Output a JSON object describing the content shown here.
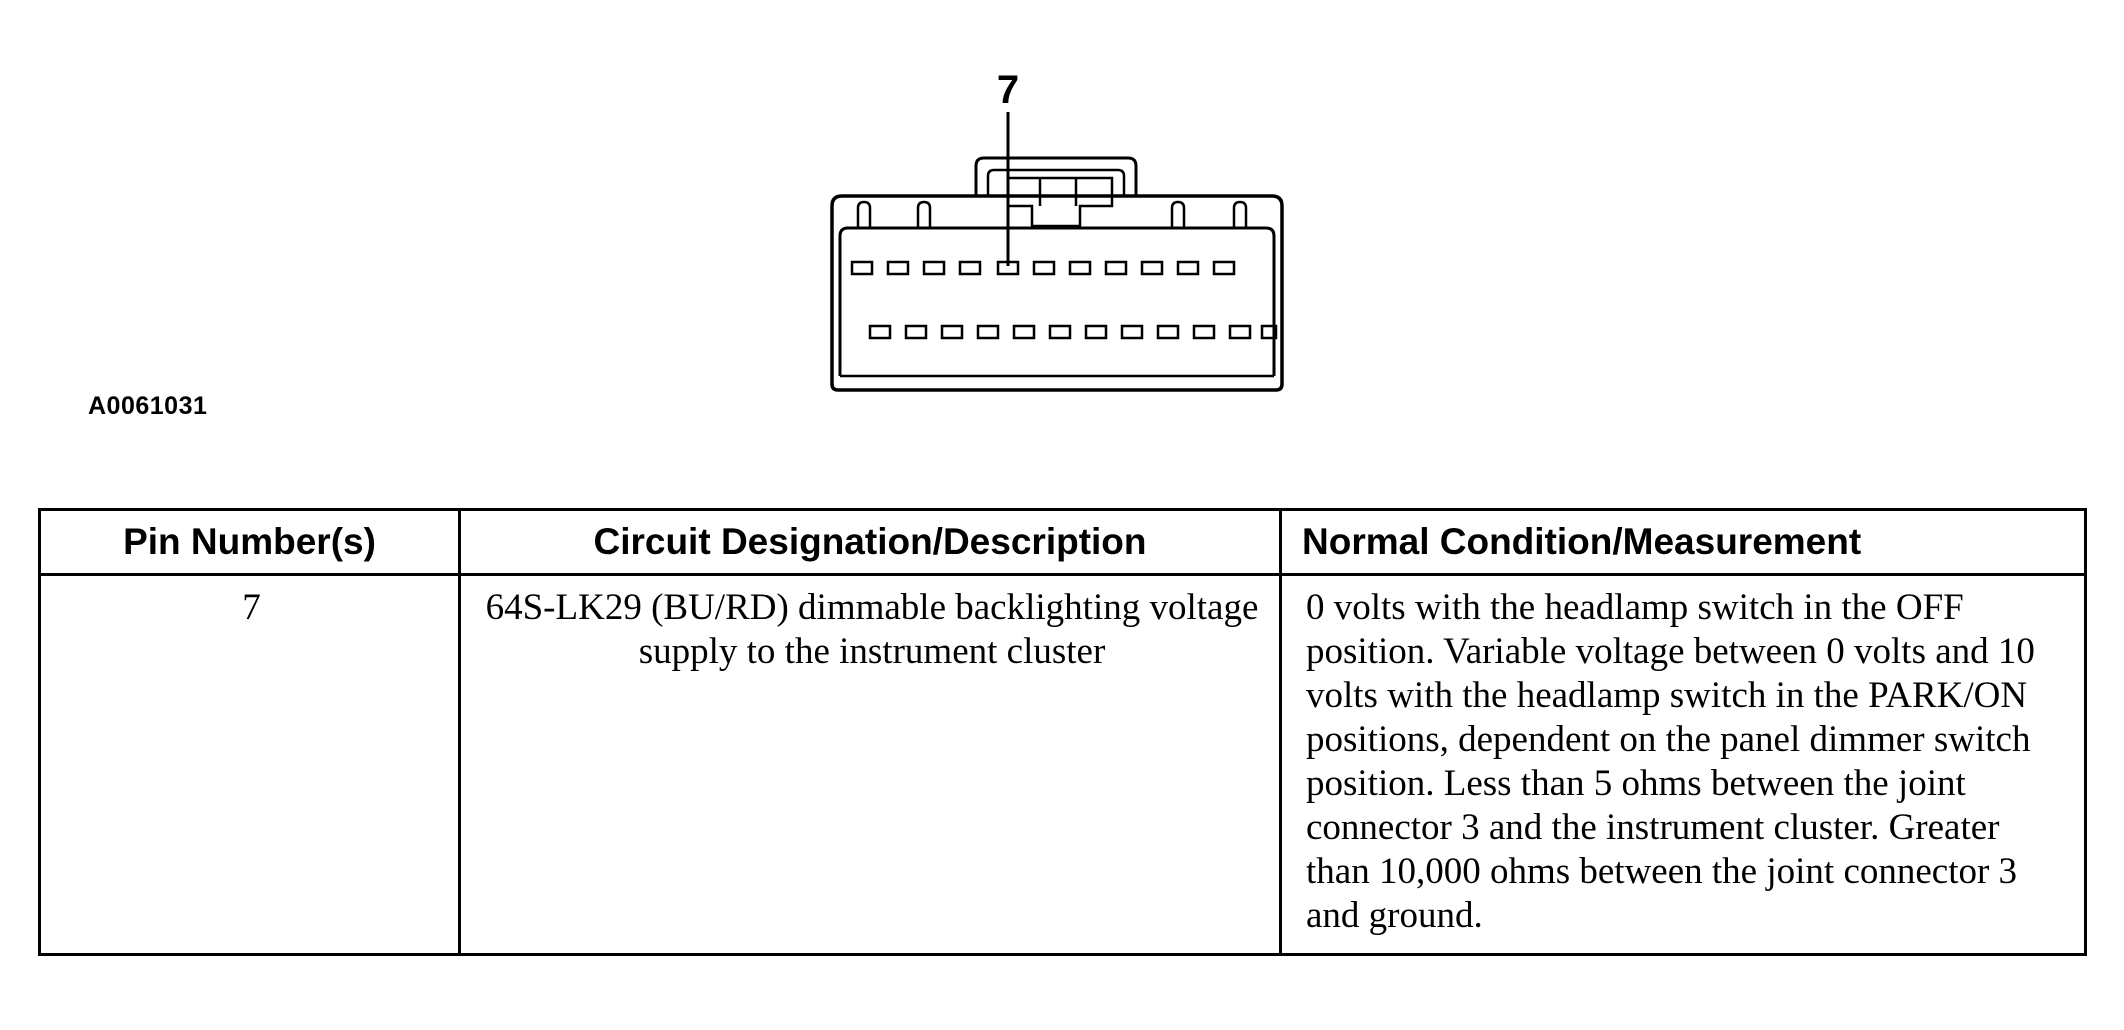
{
  "diagram": {
    "pin_callout": "7",
    "figure_id": "A0061031"
  },
  "table": {
    "headers": [
      "Pin Number(s)",
      "Circuit Designation/Description",
      "Normal Condition/Measurement"
    ],
    "rows": [
      {
        "pin": "7",
        "circuit": "64S-LK29 (BU/RD) dimmable backlighting voltage supply to the instrument cluster",
        "condition": "0 volts with the headlamp switch in the OFF position. Variable voltage between 0 volts and 10 volts with the headlamp switch in the PARK/ON positions, dependent on the panel dimmer switch position. Less than 5 ohms between the joint connector 3  and the instrument cluster. Greater than 10,000 ohms between the joint connector 3 and ground."
      }
    ]
  }
}
